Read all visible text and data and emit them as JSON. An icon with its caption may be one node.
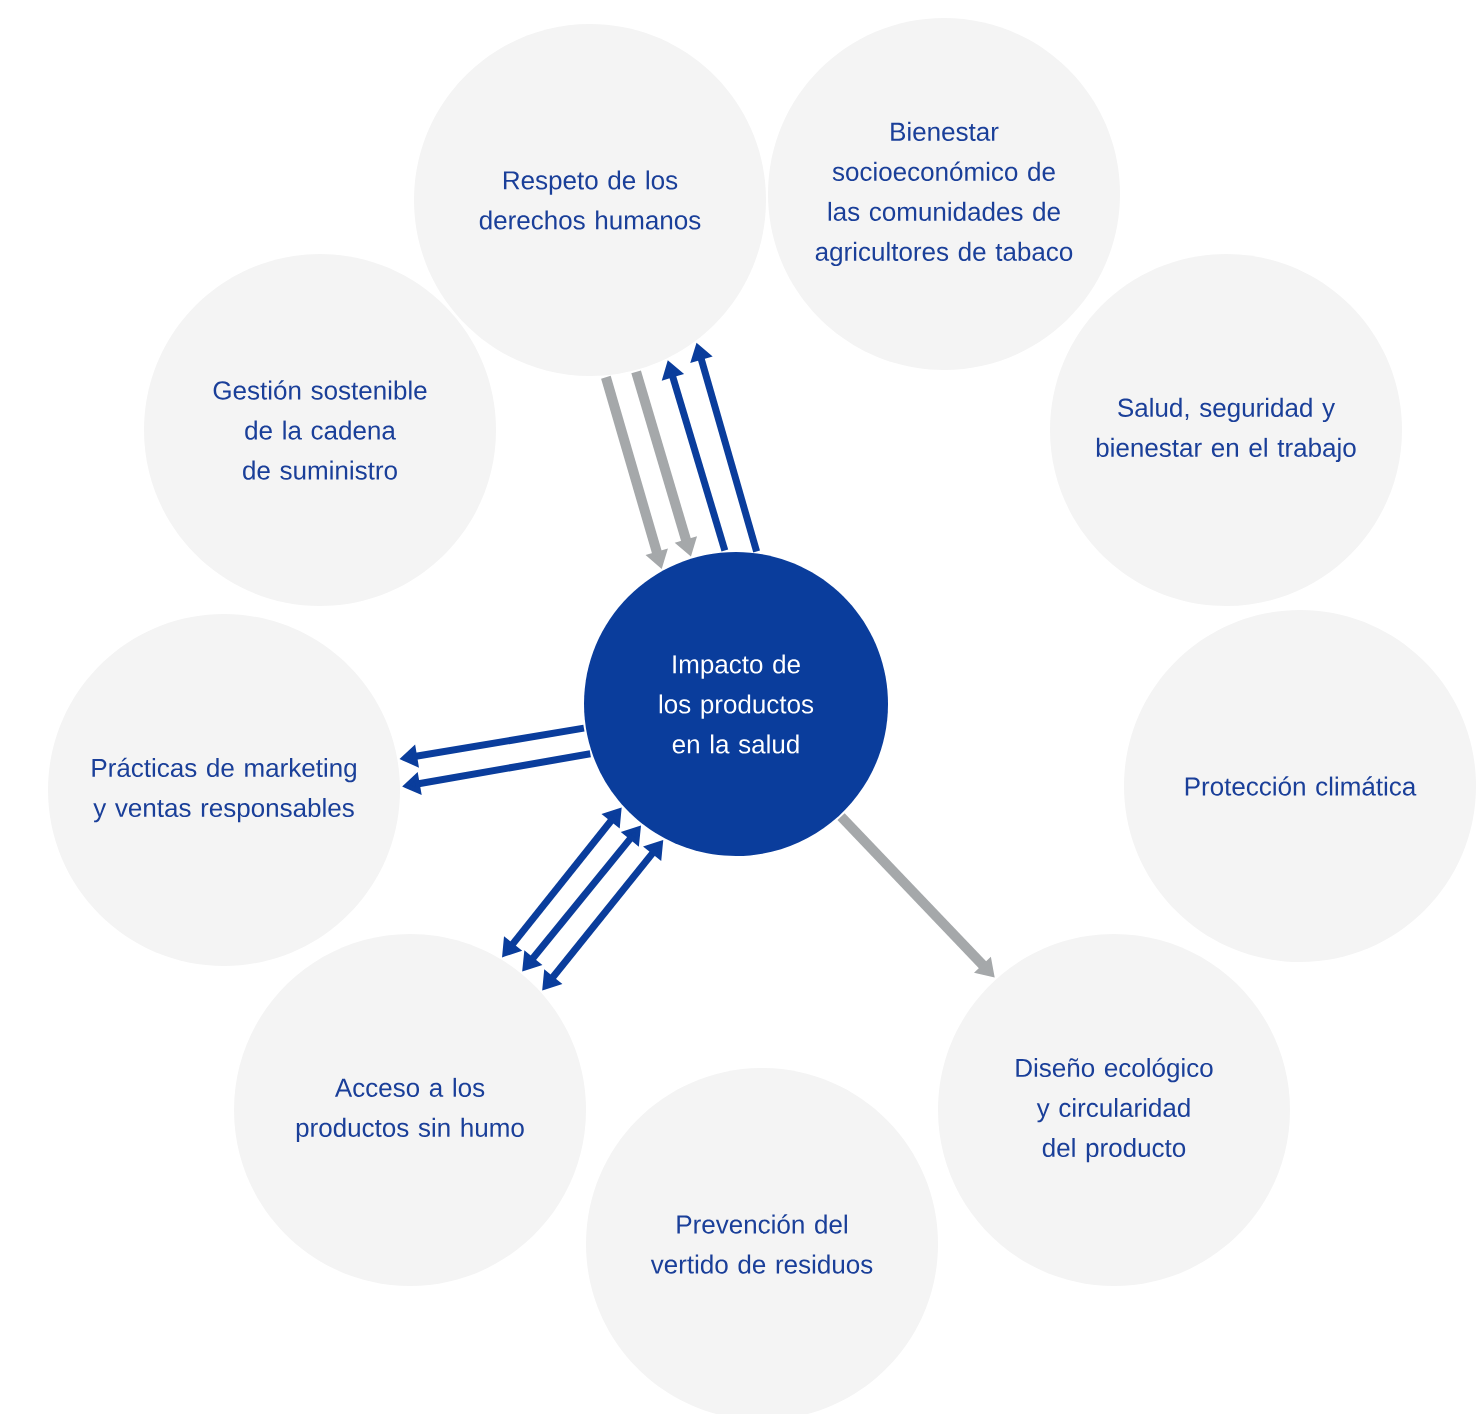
{
  "diagram": {
    "nodes": [
      {
        "text": [
          "Impacto de los productos en la salud"
        ]
      },
      {
        "text": [
          "Respeto de los derechos humanos"
        ]
      },
      {
        "text": [
          "Bienestar socioeconómico de las comunidades de agricultores de tabaco"
        ]
      },
      {
        "text": [
          "Salud, seguridad y bienestar en el trabajo"
        ]
      },
      {
        "text": [
          "Protección climática"
        ]
      },
      {
        "text": [
          "Diseño ecológico y circularidad del producto"
        ]
      },
      {
        "text": [
          "Prevención del vertido de residuos"
        ]
      },
      {
        "text": [
          "Acceso a los productos sin humo"
        ]
      },
      {
        "text": [
          "Prácticas de marketing y ventas responsables"
        ]
      },
      {
        "text": [
          "Gestión sostenible de la cadena de suministro"
        ]
      }
    ],
    "edges": [
      {
        "from": 1,
        "to": 0,
        "arrow": "to",
        "color": "#a5a8aa"
      },
      {
        "from": 1,
        "to": 0,
        "arrow": "to",
        "color": "#a5a8aa"
      },
      {
        "from": 0,
        "to": 1,
        "arrow": "to"
      },
      {
        "from": 0,
        "to": 1,
        "arrow": "to"
      },
      {
        "from": 0,
        "to": 8,
        "arrow": "to"
      },
      {
        "from": 0,
        "to": 8,
        "arrow": "to"
      },
      {
        "from": 0,
        "to": 7,
        "arrow": "both"
      },
      {
        "from": 0,
        "to": 7,
        "arrow": "both"
      },
      {
        "from": 0,
        "to": 7,
        "arrow": "both"
      },
      {
        "from": 0,
        "to": 5,
        "arrow": "to",
        "color": "#a5a8aa"
      }
    ]
  }
}
